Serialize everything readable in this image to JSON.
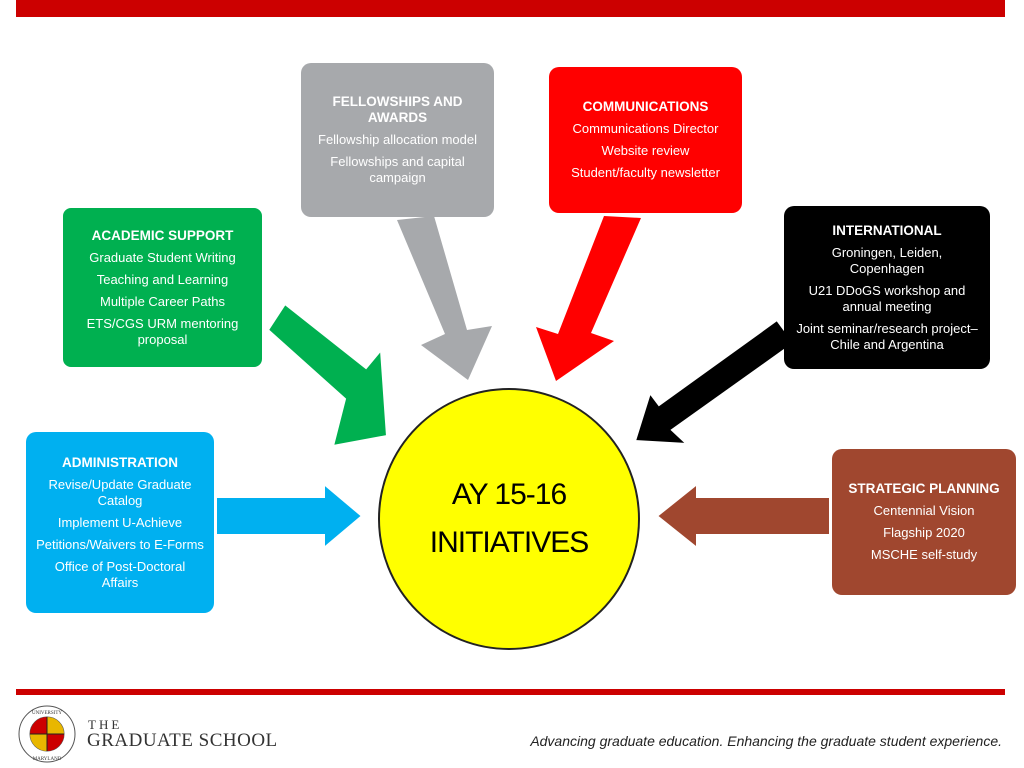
{
  "center": {
    "line1": "AY 15-16",
    "line2": "INITIATIVES"
  },
  "boxes": {
    "fellowships": {
      "title": "FELLOWSHIPS AND AWARDS",
      "items": [
        "Fellowship allocation model",
        "Fellowships and capital campaign"
      ]
    },
    "communications": {
      "title": "COMMUNICATIONS",
      "items": [
        "Communications Director",
        "Website review",
        "Student/faculty newsletter"
      ]
    },
    "academic": {
      "title": "ACADEMIC SUPPORT",
      "items": [
        "Graduate Student Writing",
        "Teaching and Learning",
        "Multiple Career Paths",
        "ETS/CGS URM mentoring proposal"
      ]
    },
    "international": {
      "title": "INTERNATIONAL",
      "items": [
        "Groningen, Leiden, Copenhagen",
        "U21 DDoGS workshop and annual meeting",
        "Joint seminar/research project–Chile and Argentina"
      ]
    },
    "administration": {
      "title": "ADMINISTRATION",
      "items": [
        "Revise/Update Graduate Catalog",
        "Implement U-Achieve",
        "Petitions/Waivers to E-Forms",
        "Office of Post-Doctoral Affairs"
      ]
    },
    "strategic": {
      "title": "STRATEGIC PLANNING",
      "items": [
        "Centennial Vision",
        "Flagship 2020",
        "MSCHE self-study"
      ]
    }
  },
  "footer": {
    "the": "THE",
    "school": "GRADUATE SCHOOL",
    "tagline": "Advancing graduate education. Enhancing the graduate student experience.",
    "seal_text": "UNIVERSITY OF MARYLAND"
  },
  "colors": {
    "brand_red": "#cc0000",
    "fellowships": "#a7a9ac",
    "communications": "#ff0000",
    "academic": "#00b050",
    "international": "#000000",
    "administration": "#00b0f0",
    "strategic": "#a0472f",
    "center": "#ffff00"
  }
}
